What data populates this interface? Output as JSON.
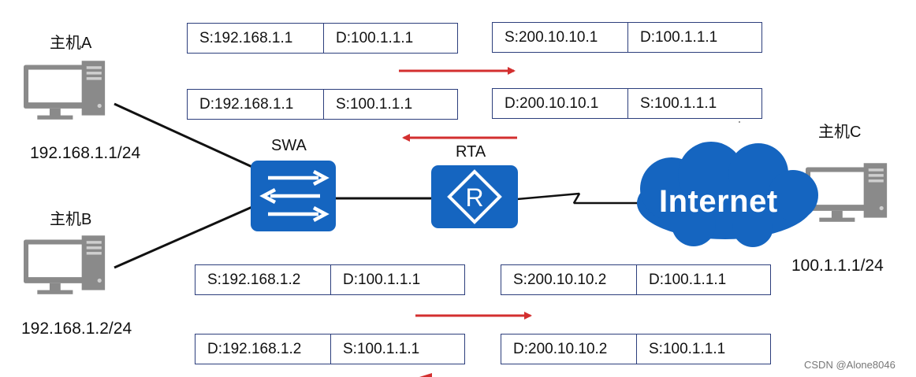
{
  "hosts": {
    "a": {
      "label": "主机A",
      "ip": "192.168.1.1/24"
    },
    "b": {
      "label": "主机B",
      "ip": "192.168.1.2/24"
    },
    "c": {
      "label": "主机C",
      "ip": "100.1.1.1/24"
    }
  },
  "devices": {
    "switch_label": "SWA",
    "router_label": "RTA",
    "cloud_label": "Internet"
  },
  "packets": {
    "a_out_inside": {
      "src": "S:192.168.1.1",
      "dst": "D:100.1.1.1"
    },
    "a_out_outside": {
      "src": "S:200.10.10.1",
      "dst": "D:100.1.1.1"
    },
    "a_in_inside": {
      "dst": "D:192.168.1.1",
      "src": "S:100.1.1.1"
    },
    "a_in_outside": {
      "dst": "D:200.10.10.1",
      "src": "S:100.1.1.1"
    },
    "b_out_inside": {
      "src": "S:192.168.1.2",
      "dst": "D:100.1.1.1"
    },
    "b_out_outside": {
      "src": "S:200.10.10.2",
      "dst": "D:100.1.1.1"
    },
    "b_in_inside": {
      "dst": "D:192.168.1.2",
      "src": "S:100.1.1.1"
    },
    "b_in_outside": {
      "dst": "D:200.10.10.2",
      "src": "S:100.1.1.1"
    }
  },
  "colors": {
    "device_blue": "#1565c0",
    "arrow_red": "#d32f2f",
    "box_border": "#2c3e7c",
    "computer_gray": "#8a8a8a"
  },
  "watermark": "CSDN @Alone8046"
}
